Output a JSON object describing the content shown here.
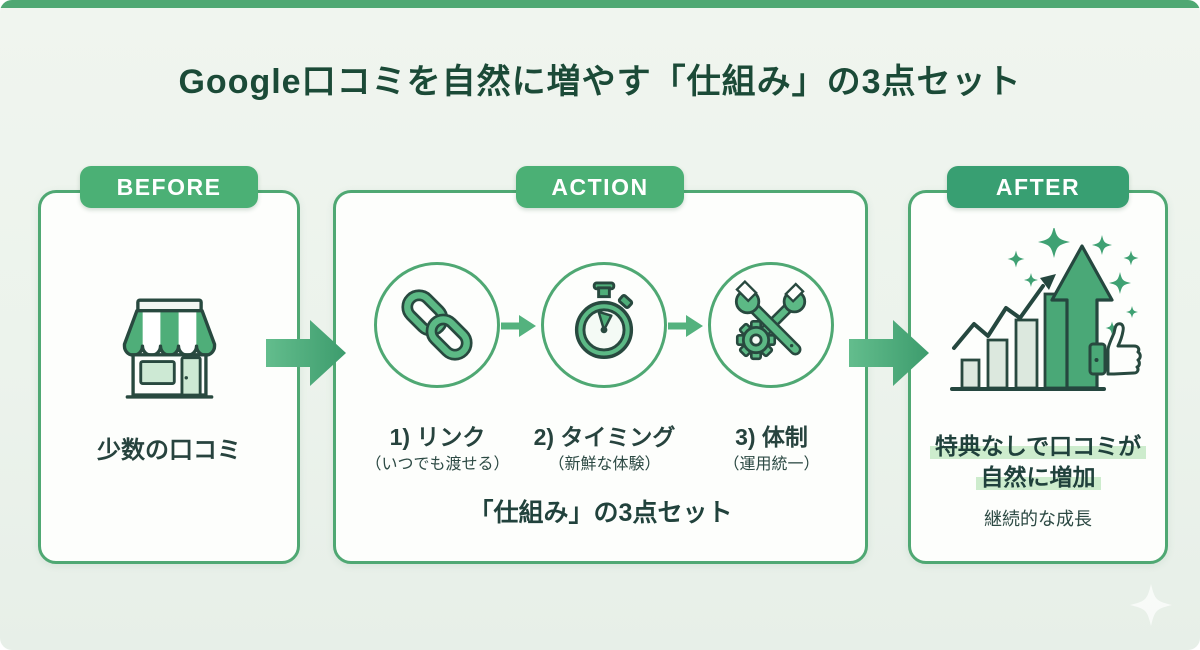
{
  "title": "Google口コミを自然に増やす「仕組み」の3点セット",
  "colors": {
    "page_bg": "#ecf3ec",
    "top_bar": "#4fa873",
    "card_bg": "#fdfefc",
    "card_border": "#4fa873",
    "badge_before": "#4bb075",
    "badge_action": "#4bb075",
    "badge_after": "#389f72",
    "title_text": "#1b4a37",
    "body_text": "#27433e",
    "icon_green": "#5cb985",
    "icon_light": "#cde9d4",
    "icon_outline": "#28493f",
    "highlight": "#cdeccd",
    "flow_arrow": "#4aa877"
  },
  "before_panel": {
    "badge": "BEFORE",
    "icon": "storefront-icon",
    "label": "少数の口コミ"
  },
  "action_panel": {
    "badge": "ACTION",
    "steps": [
      {
        "icon": "chain-link-icon",
        "title": "1) リンク",
        "subtitle": "（いつでも渡せる）"
      },
      {
        "icon": "stopwatch-icon",
        "title": "2) タイミング",
        "subtitle": "（新鮮な体験）"
      },
      {
        "icon": "wrench-gear-icon",
        "title": "3) 体制",
        "subtitle": "（運用統一）"
      }
    ],
    "caption": "「仕組み」の3点セット"
  },
  "after_panel": {
    "badge": "AFTER",
    "icon": "growth-arrow-icon",
    "result_line1": "特典なしで口コミが",
    "result_line2": "自然に増加",
    "sublabel": "継続的な成長"
  }
}
